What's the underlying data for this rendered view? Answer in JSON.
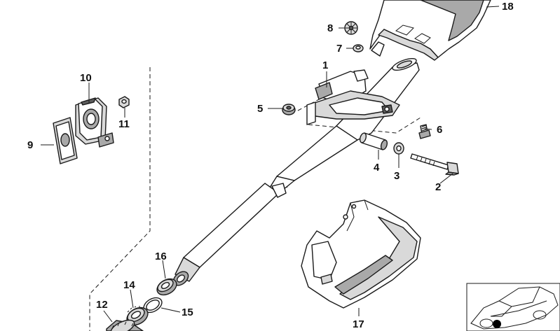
{
  "diagram": {
    "callouts": [
      {
        "id": "c1",
        "label": "1"
      },
      {
        "id": "c2",
        "label": "2"
      },
      {
        "id": "c3",
        "label": "3"
      },
      {
        "id": "c4",
        "label": "4"
      },
      {
        "id": "c5",
        "label": "5"
      },
      {
        "id": "c6",
        "label": "6"
      },
      {
        "id": "c7",
        "label": "7"
      },
      {
        "id": "c8",
        "label": "8"
      },
      {
        "id": "c9",
        "label": "9"
      },
      {
        "id": "c10",
        "label": "10"
      },
      {
        "id": "c11",
        "label": "11"
      },
      {
        "id": "c12",
        "label": "12"
      },
      {
        "id": "c14",
        "label": "14"
      },
      {
        "id": "c15",
        "label": "15"
      },
      {
        "id": "c16",
        "label": "16"
      },
      {
        "id": "c17",
        "label": "17"
      },
      {
        "id": "c18",
        "label": "18"
      }
    ],
    "thumbnail_icon": "car-locator-icon"
  }
}
